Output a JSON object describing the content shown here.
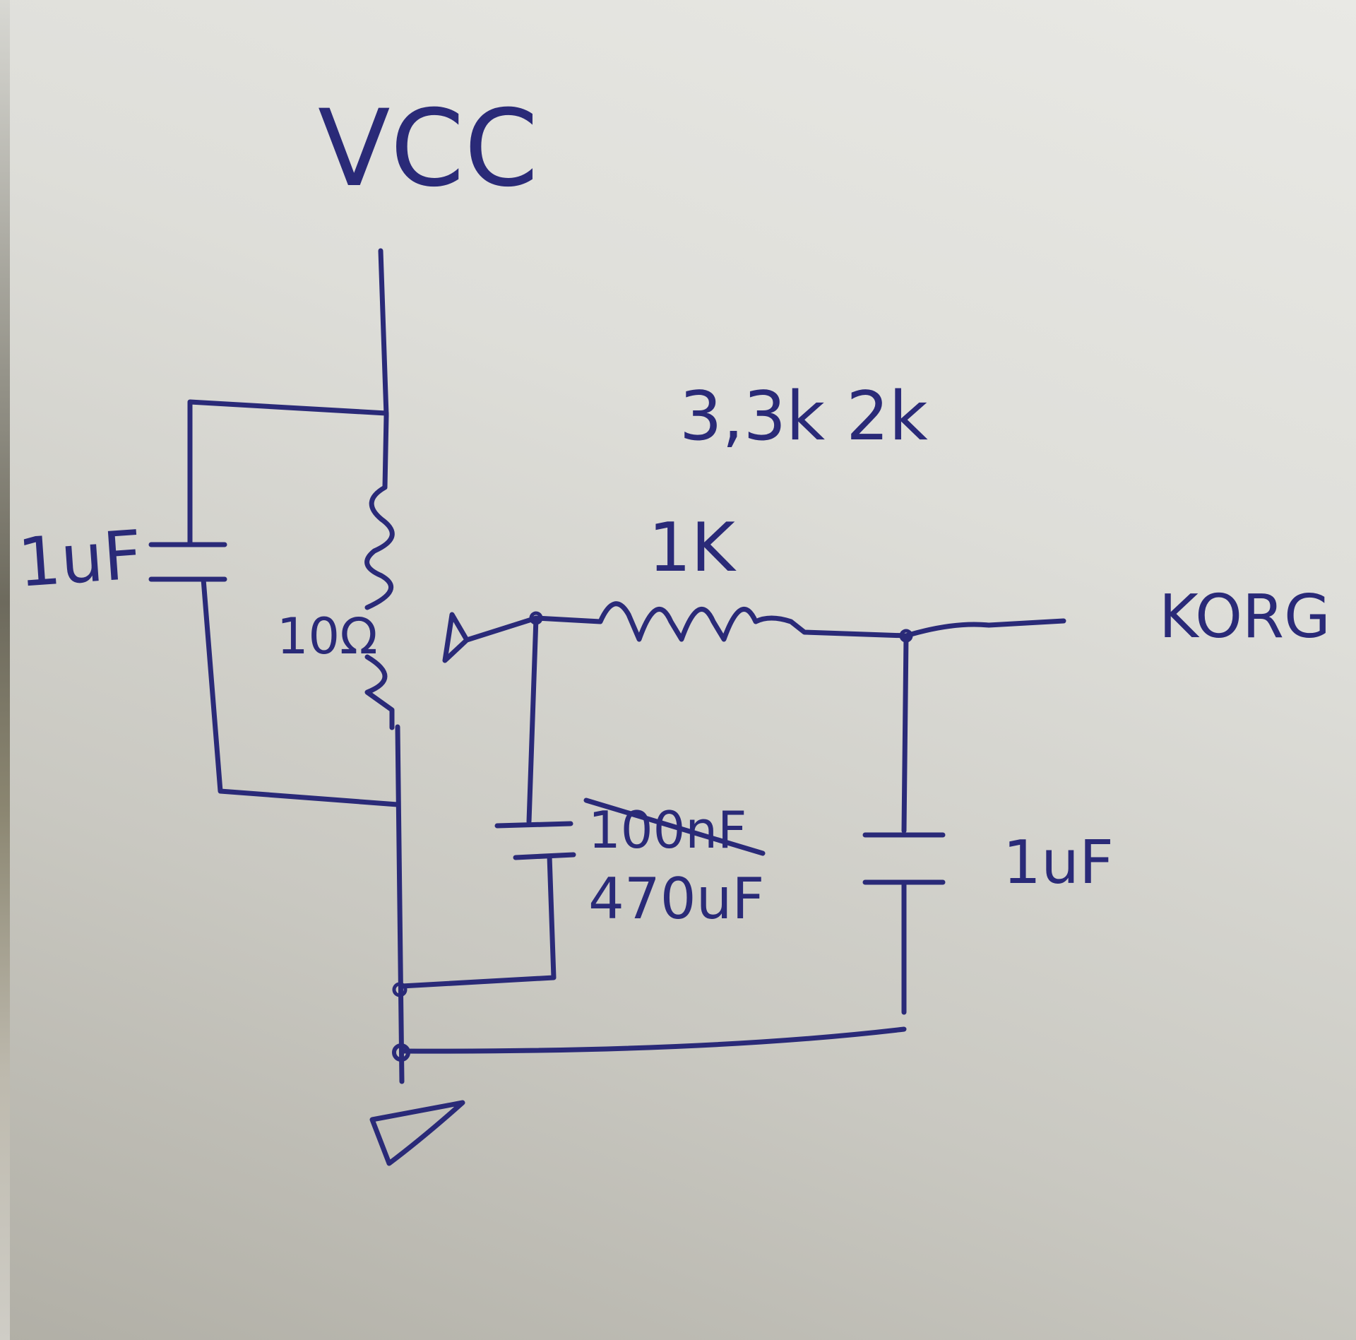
{
  "diagram": {
    "title": "Hand-drawn filter circuit schematic",
    "labels": {
      "vcc": "VCC",
      "cap_left": "1uF",
      "pot": "10Ω",
      "res_1k": "1K",
      "res_alt": "3,3k 2k",
      "cap_mid_struck": "100nF",
      "cap_mid": "470uF",
      "cap_right": "1uF",
      "output": "KORG"
    },
    "ink_color": "#2a2a78"
  }
}
